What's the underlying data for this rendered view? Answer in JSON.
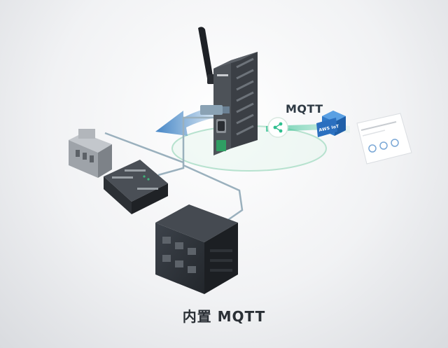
{
  "diagram": {
    "protocol_label": "MQTT",
    "cloud_label": "AWS IoT",
    "caption": "内置 MQTT"
  },
  "colors": {
    "flow_arrow": "#4f8fc9",
    "ring": "#b7e2cf",
    "connector": "#9ab0bd",
    "gateway_body": "#3b3f45",
    "cloud_blue": "#2f79c8",
    "mqtt_node": "#2fbf8f"
  },
  "icons": {
    "share": "share-icon",
    "cloud": "aws-iot-icon"
  }
}
